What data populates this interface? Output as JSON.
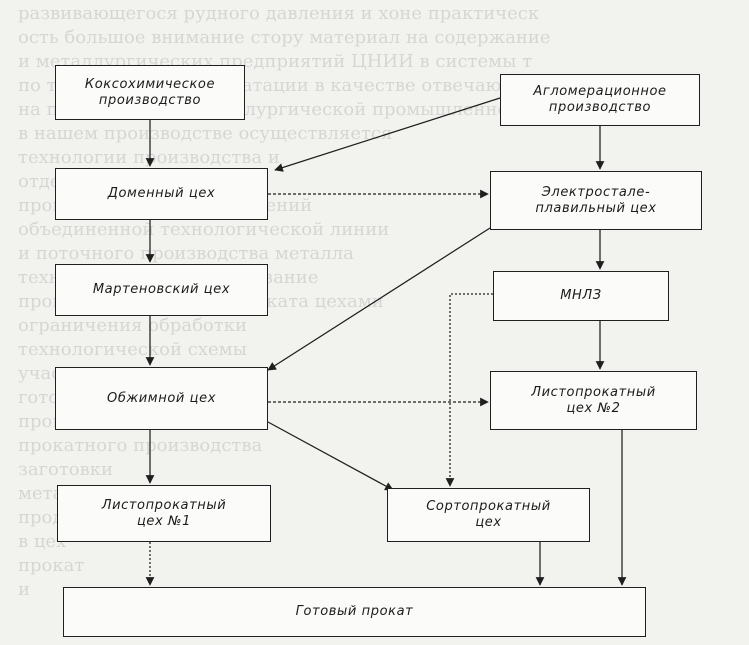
{
  "nodes": {
    "coke": "Коксохимическое\nпроизводство",
    "agglo": "Агломерационное\nпроизводство",
    "blast": "Доменный цех",
    "eaf": "Электростале-\nплавильный цех",
    "openhearth": "Мартеновский цех",
    "mnlz": "МНЛЗ",
    "blooming": "Обжимной цех",
    "sheet2": "Листопрокатный\nцех №2",
    "sheet1": "Листопрокатный\nцех №1",
    "section": "Сортопрокатный\nцех",
    "product": "Готовый прокат"
  }
}
